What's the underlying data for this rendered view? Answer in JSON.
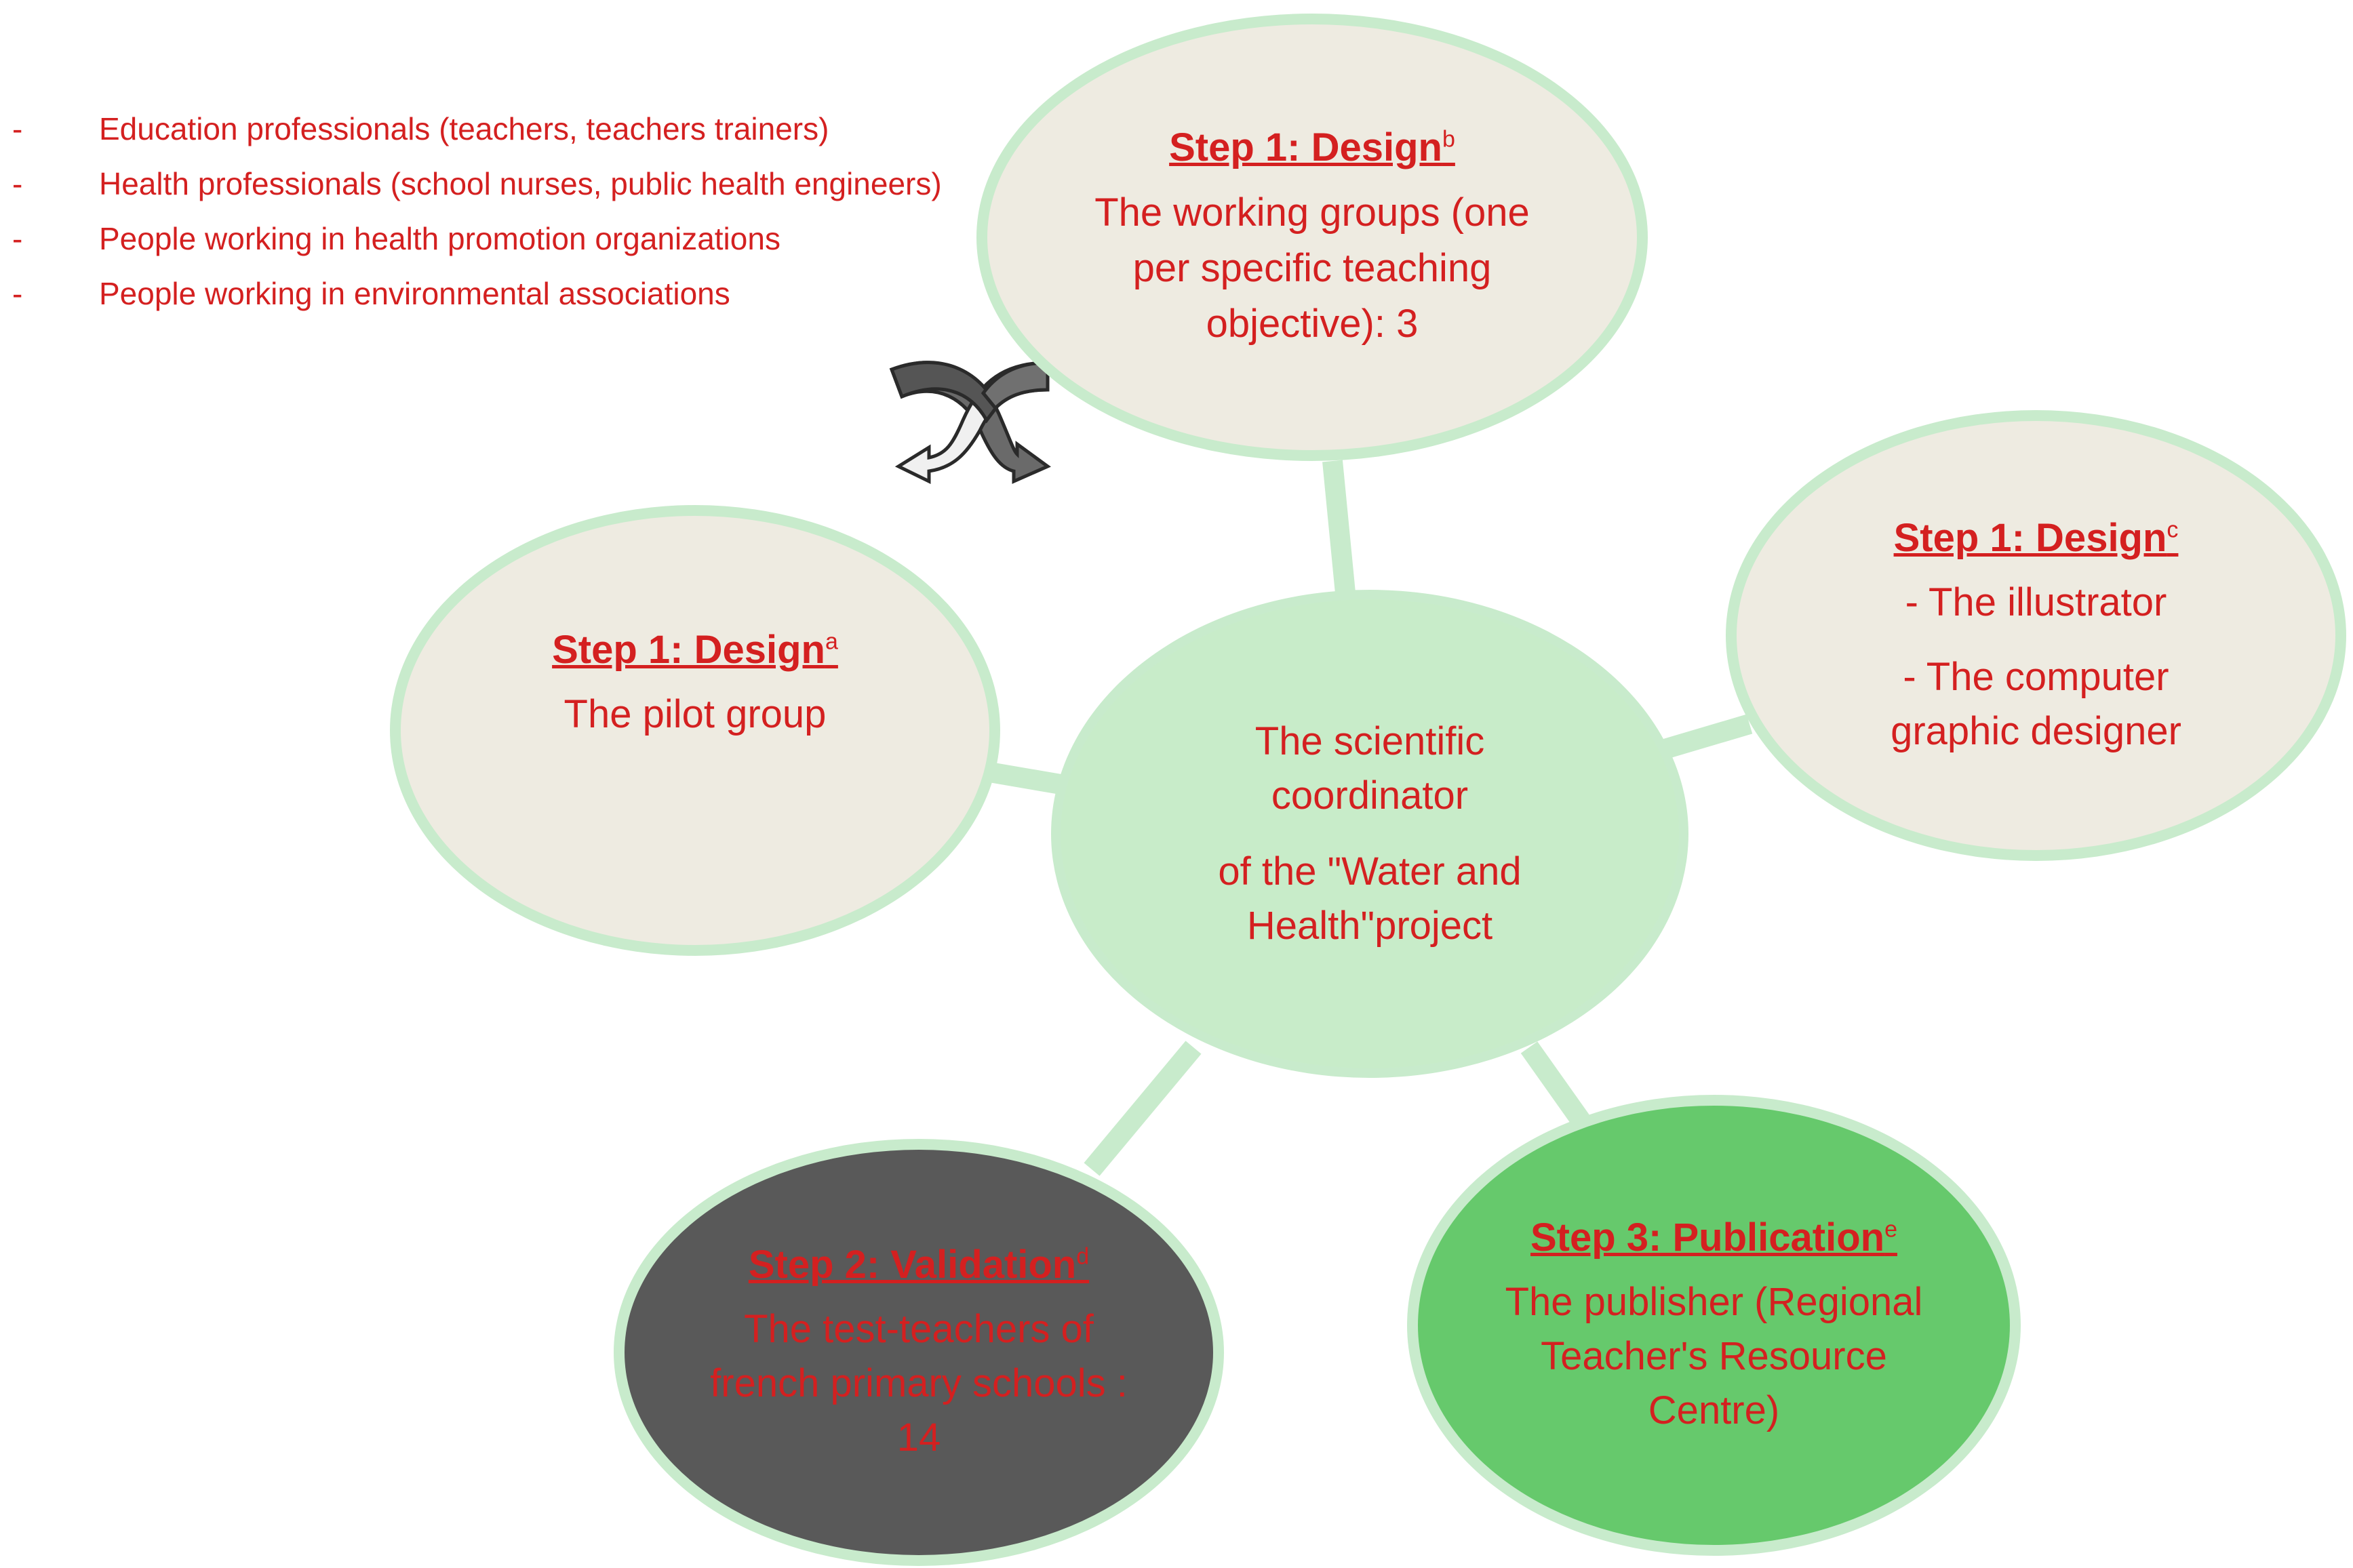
{
  "participants": [
    "Education professionals (teachers, teachers trainers)",
    "Health professionals (school nurses, public health engineers)",
    "People working in health promotion organizations",
    "People working in environmental associations"
  ],
  "bullet_marker": "-",
  "nodes": {
    "center": {
      "line1": "The scientific coordinator",
      "line2": "of the \"Water and Health\"project"
    },
    "a": {
      "title": "Step 1: Design",
      "sup": "a",
      "body": "The pilot group"
    },
    "b": {
      "title": "Step 1: Design",
      "sup": "b",
      "body": "The working groups (one per specific teaching objective): 3"
    },
    "c": {
      "title": "Step 1: Design",
      "sup": "c",
      "line1": "- The illustrator",
      "line2": "- The computer graphic designer"
    },
    "d": {
      "title": "Step 2: Validation",
      "sup": "d",
      "body": "The test-teachers of french primary schools : 14"
    },
    "e": {
      "title": "Step 3: Publication",
      "sup": "e",
      "body": "The publisher (Regional Teacher's Resource Centre)"
    }
  },
  "colors": {
    "text": "#d42020",
    "connector": "#c8ebcc",
    "center_fill": "#c8ecc9",
    "step1_fill": "#eeebe1",
    "step2_fill": "#595959",
    "step3_fill": "#66c96c",
    "arrow_fill": "#555555"
  },
  "icons": {
    "exchange": "crossed-double-arrow-icon"
  }
}
